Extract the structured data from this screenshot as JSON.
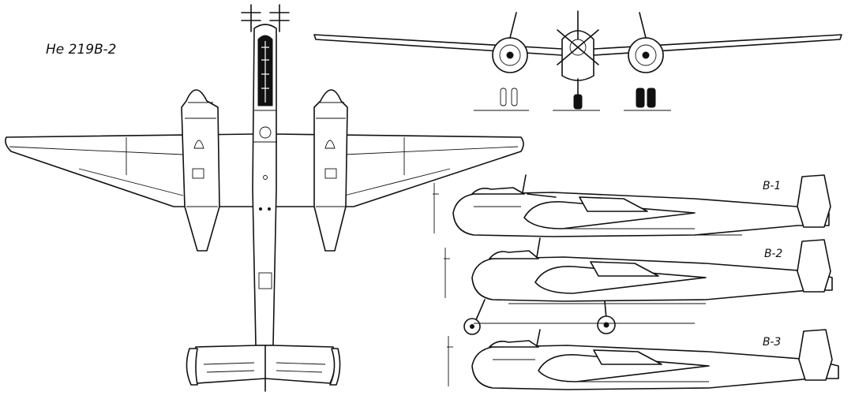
{
  "title": "He 219B-2",
  "side_views": [
    {
      "label": "B-1"
    },
    {
      "label": "B-2"
    },
    {
      "label": "B-3"
    }
  ]
}
